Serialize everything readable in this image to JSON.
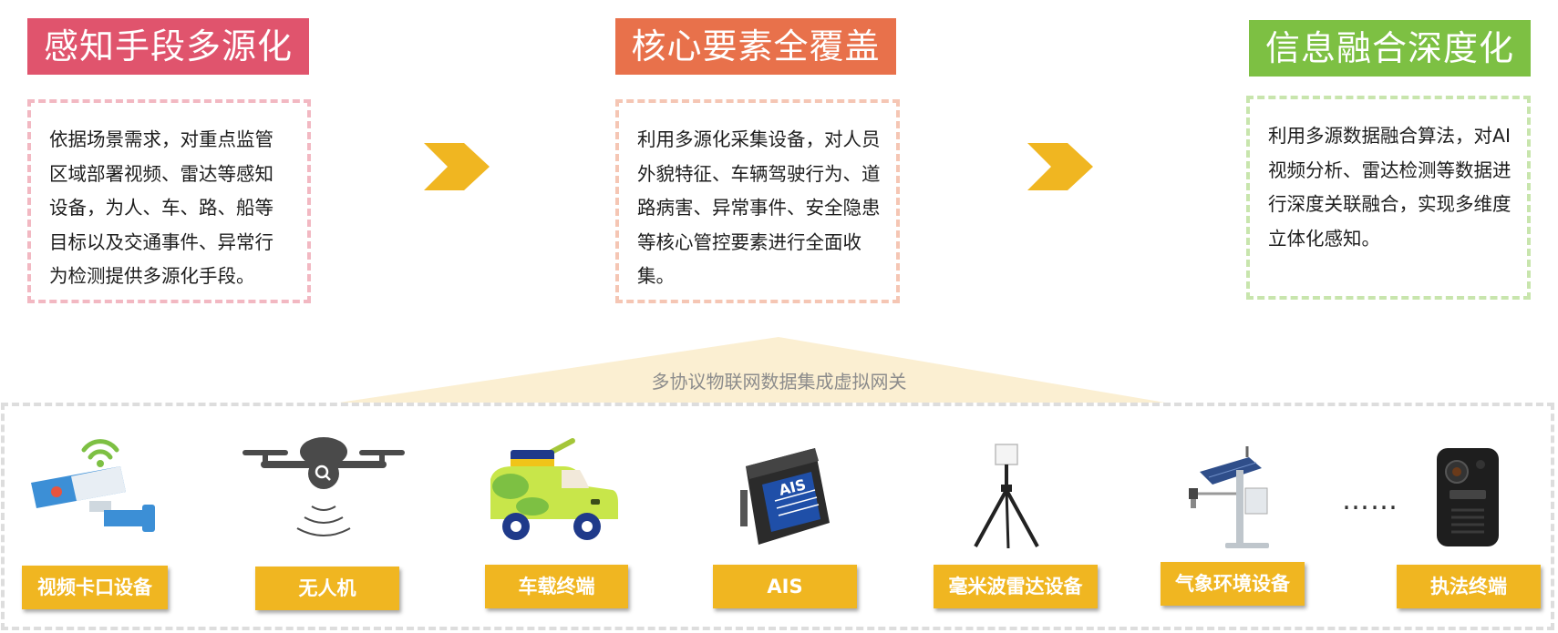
{
  "stages": [
    {
      "title": "感知手段多源化",
      "text": "依据场景需求，对重点监管\n区域部署视频、雷达等感知\n设备，为人、车、路、船等\n目标以及交通事件、异常行\n为检测提供多源化手段。",
      "header_color": "#e0546d",
      "border_color": "#f2b8c2"
    },
    {
      "title": "核心要素全覆盖",
      "text": "利用多源化采集设备，对人员\n外貌特征、车辆驾驶行为、道\n路病害、异常事件、安全隐患\n等核心管控要素进行全面收集。",
      "header_color": "#e8714b",
      "border_color": "#f5c6b4"
    },
    {
      "title": "信息融合深度化",
      "text": "利用多源数据融合算法，对AI\n视频分析、雷达检测等数据进\n行深度关联融合，实现多维度\n立体化感知。",
      "header_color": "#7dc043",
      "border_color": "#c8e5ad"
    }
  ],
  "arrow_color": "#f0b621",
  "gateway": {
    "label": "多协议物联网数据集成虚拟网关",
    "fill": "#fbefd2"
  },
  "devices": [
    {
      "label": "视频卡口设备",
      "icon": "camera-icon"
    },
    {
      "label": "无人机",
      "icon": "drone-icon"
    },
    {
      "label": "车载终端",
      "icon": "vehicle-icon"
    },
    {
      "label": "AIS",
      "icon": "ais-device-icon"
    },
    {
      "label": "毫米波雷达设备",
      "icon": "radar-tripod-icon"
    },
    {
      "label": "气象环境设备",
      "icon": "weather-station-icon"
    },
    {
      "label": "执法终端",
      "icon": "body-camera-icon"
    }
  ],
  "ellipsis": "……",
  "device_label_color": "#f0b621"
}
